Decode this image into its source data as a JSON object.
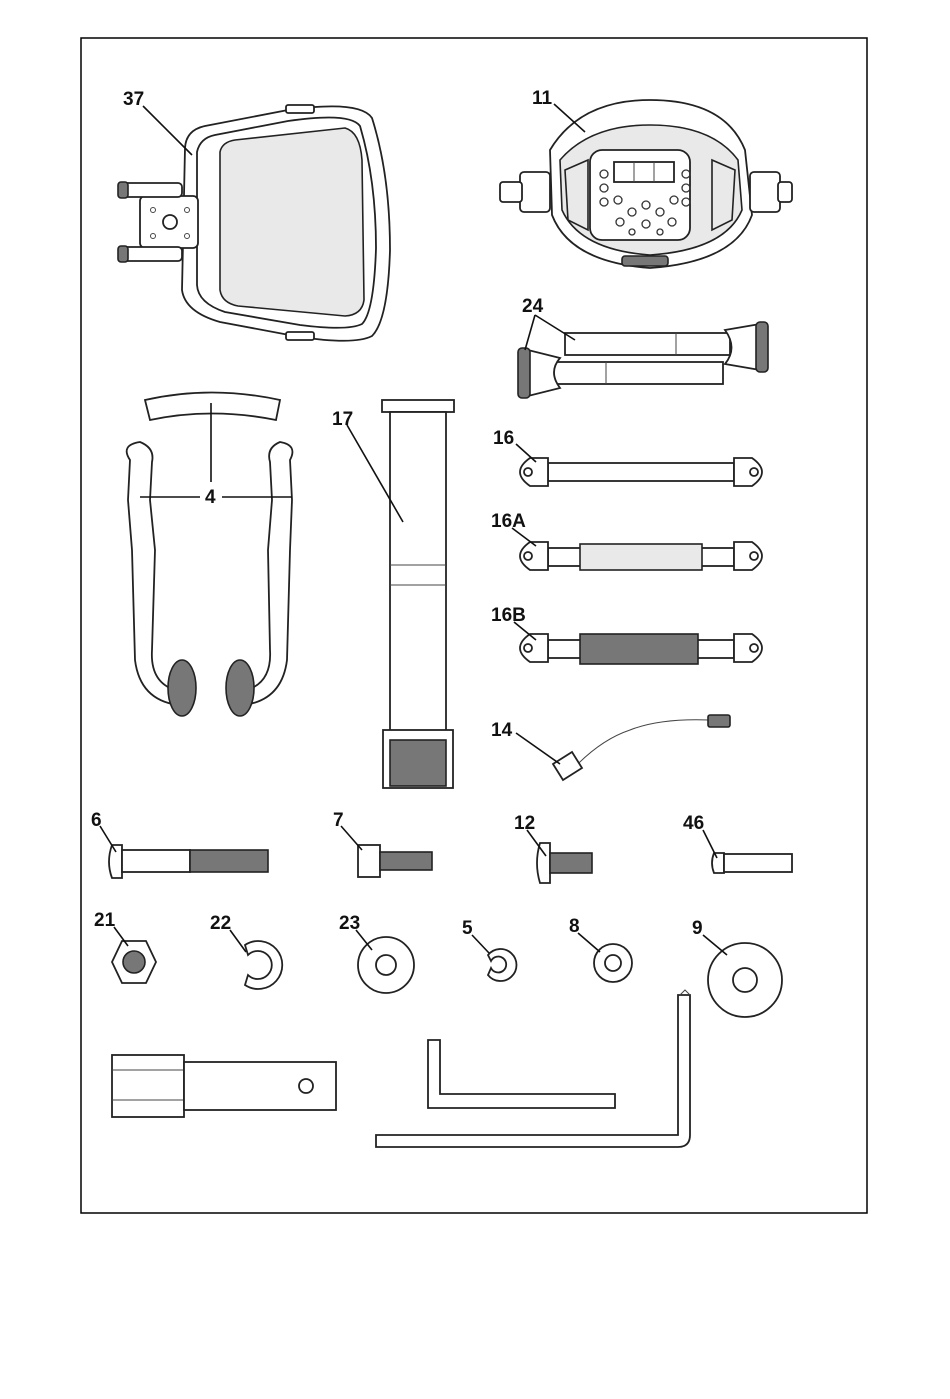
{
  "frame_color": "#000000",
  "parts": [
    {
      "id": "back-rest-37",
      "label": "37"
    },
    {
      "id": "console-11",
      "label": "11"
    },
    {
      "id": "handlebars-24",
      "label": "24"
    },
    {
      "id": "handle-pipe-4",
      "label": "4"
    },
    {
      "id": "support-tube-17",
      "label": "17"
    },
    {
      "id": "handle-grip-16",
      "label": "16"
    },
    {
      "id": "handle-grip-16a",
      "label": "16A"
    },
    {
      "id": "handle-grip-16b",
      "label": "16B"
    },
    {
      "id": "power-cable-14",
      "label": "14"
    },
    {
      "id": "bolt-6",
      "label": "6"
    },
    {
      "id": "bolt-7",
      "label": "7"
    },
    {
      "id": "bolt-12",
      "label": "12"
    },
    {
      "id": "pin-46",
      "label": "46"
    },
    {
      "id": "nut-21",
      "label": "21"
    },
    {
      "id": "washer-22",
      "label": "22"
    },
    {
      "id": "washer-23",
      "label": "23"
    },
    {
      "id": "washer-5",
      "label": "5"
    },
    {
      "id": "washer-8",
      "label": "8"
    },
    {
      "id": "washer-9",
      "label": "9"
    }
  ],
  "tools": [
    {
      "id": "socket-wrench",
      "icon": "socket-wrench-icon"
    },
    {
      "id": "allen-key-small",
      "icon": "allen-key-icon"
    },
    {
      "id": "allen-key-large",
      "icon": "allen-key-icon"
    }
  ]
}
